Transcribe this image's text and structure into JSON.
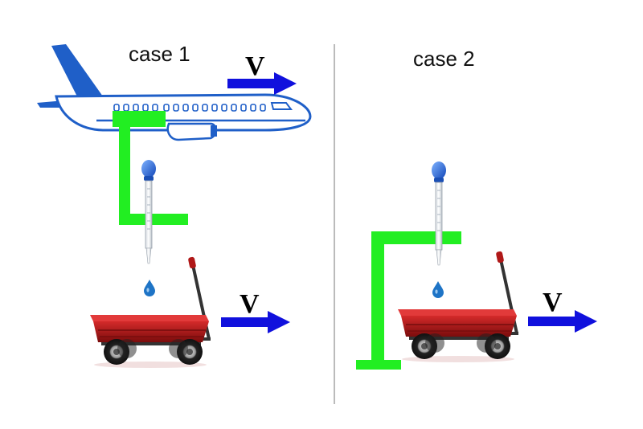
{
  "case1": {
    "title": "case 1",
    "plane_velocity_label": "V",
    "wagon_velocity_label": "V"
  },
  "case2": {
    "title": "case 2",
    "wagon_velocity_label": "V"
  },
  "colors": {
    "frame_green": "#22ee22",
    "arrow_blue": "#1010dd",
    "plane_blue": "#1f5fc8",
    "wagon_red": "#b01818",
    "drop_blue": "#1e74c6",
    "divider": "#bbbbbb"
  },
  "icons": [
    "airplane-icon",
    "dropper-icon",
    "water-drop-icon",
    "wagon-icon",
    "arrow-right-icon"
  ]
}
